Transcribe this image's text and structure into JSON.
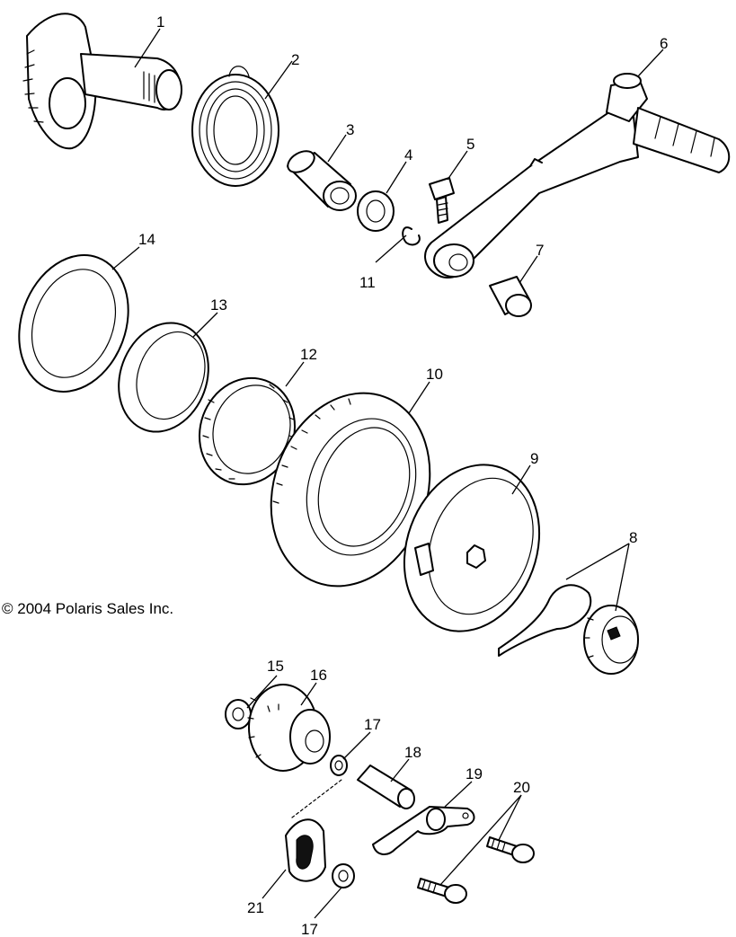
{
  "copyright": "© 2004 Polaris Sales Inc.",
  "callouts": [
    {
      "id": "p1",
      "label": "1"
    },
    {
      "id": "p2",
      "label": "2"
    },
    {
      "id": "p3",
      "label": "3"
    },
    {
      "id": "p4",
      "label": "4"
    },
    {
      "id": "p5",
      "label": "5"
    },
    {
      "id": "p6",
      "label": "6"
    },
    {
      "id": "p7",
      "label": "7"
    },
    {
      "id": "p8",
      "label": "8"
    },
    {
      "id": "p9",
      "label": "9"
    },
    {
      "id": "p10",
      "label": "10"
    },
    {
      "id": "p11",
      "label": "11"
    },
    {
      "id": "p12",
      "label": "12"
    },
    {
      "id": "p13",
      "label": "13"
    },
    {
      "id": "p14",
      "label": "14"
    },
    {
      "id": "p15",
      "label": "15"
    },
    {
      "id": "p16",
      "label": "16"
    },
    {
      "id": "p17a",
      "label": "17"
    },
    {
      "id": "p17b",
      "label": "17"
    },
    {
      "id": "p18",
      "label": "18"
    },
    {
      "id": "p19",
      "label": "19"
    },
    {
      "id": "p20",
      "label": "20"
    },
    {
      "id": "p21",
      "label": "21"
    }
  ]
}
